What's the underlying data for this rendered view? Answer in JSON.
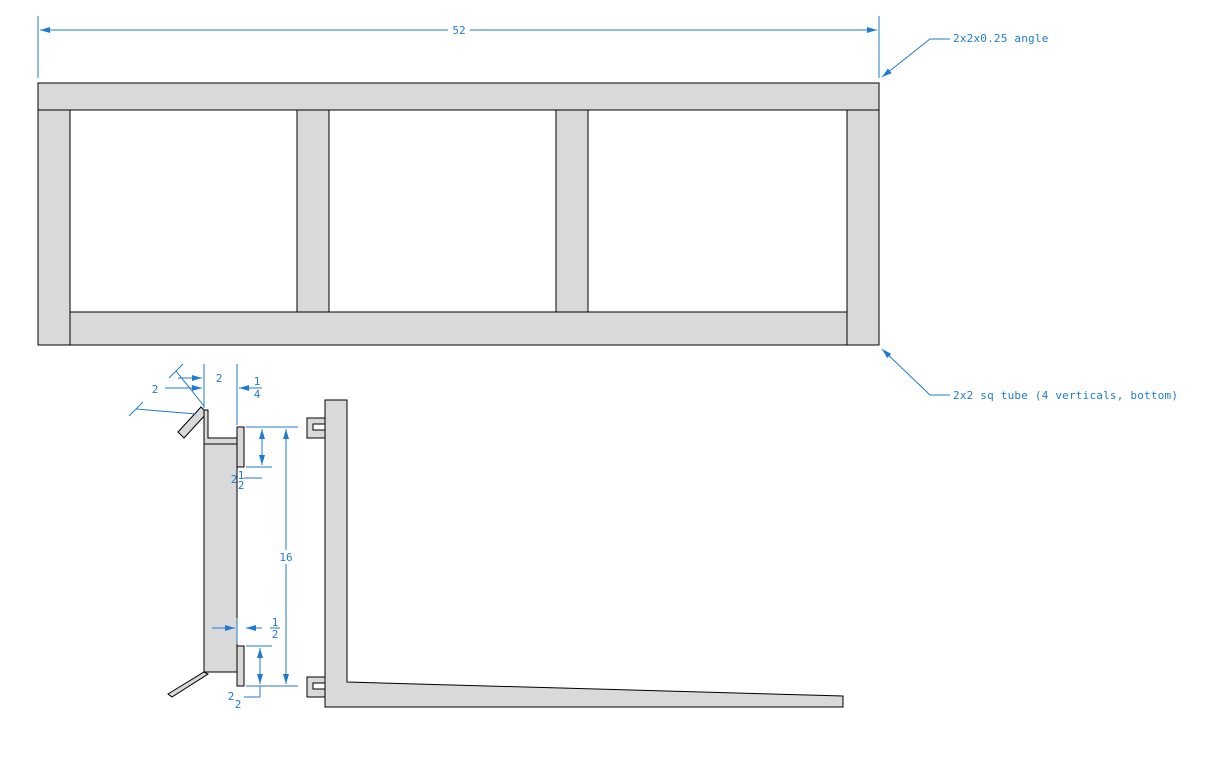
{
  "drawing": {
    "overall_width": "52",
    "callouts": {
      "angle": "2x2x0.25 angle",
      "tube": "2x2 sq tube (4 verticals, bottom)"
    },
    "side_view": {
      "angle_leg": "2",
      "tab_depth": "2",
      "offset_top": {
        "num": "1",
        "den": "4"
      },
      "offset_bottom": {
        "num": "1",
        "den": "2"
      },
      "height": "16",
      "tab_upper": {
        "whole": "2",
        "num": "1",
        "den": "2"
      },
      "tab_lower": {
        "whole": "2",
        "num": "",
        "den": "2"
      }
    }
  },
  "colors": {
    "dimension": "#1f7bd1",
    "part_fill": "#d9d9d9",
    "outline": "#000000"
  }
}
